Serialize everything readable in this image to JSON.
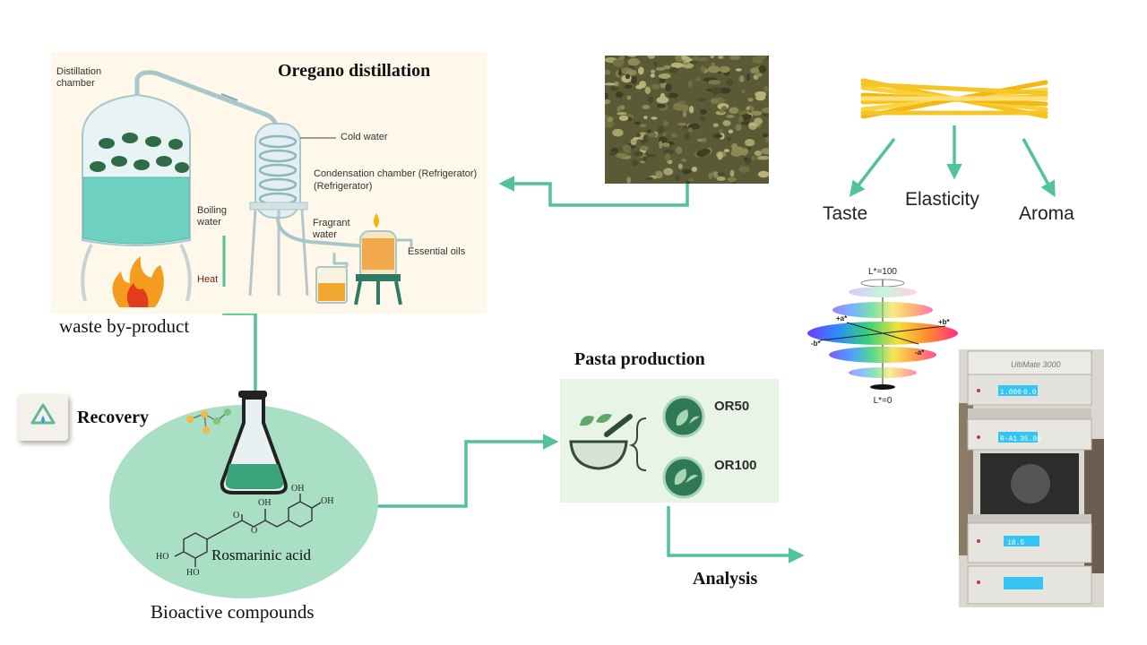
{
  "distillation": {
    "title": "Oregano distillation",
    "labels": {
      "chamber": "Distillation chamber",
      "cold_water": "Cold water",
      "condensation": "Condensation chamber  (Refrigerator)",
      "refrigerator": "(Refrigerator)",
      "boiling": "Boiling water",
      "heat": "Heat",
      "fragrant": "Fragrant water",
      "essential": "Essential oils"
    }
  },
  "waste_label": "waste by-product",
  "recovery_label": "Recovery",
  "bioactive_label": "Bioactive compounds",
  "compound": {
    "name": "Rosmarinic acid",
    "atoms": {
      "oh": "OH",
      "o": "O",
      "ho": "HO"
    }
  },
  "pasta": {
    "title": "Pasta production",
    "options": [
      "OR50",
      "OR100"
    ]
  },
  "analysis_label": "Analysis",
  "attributes": [
    "Taste",
    "Elasticity",
    "Aroma"
  ],
  "colorspace": {
    "top": "L*=100",
    "bottom": "L*=0",
    "axes": {
      "pos_a": "+a*",
      "neg_a": "-a*",
      "pos_b": "+b*",
      "neg_b": "-b*"
    }
  },
  "hplc": {
    "brand": "UltiMate 3000",
    "displays": [
      "1.000",
      "0.0",
      "R-A1",
      "35.00",
      "18.5",
      ""
    ]
  },
  "colors": {
    "arrow_green": "#52c29a",
    "flask_green": "#3aa37c",
    "ellipse_green": "#a9dfc5",
    "pasta_yellow": "#f7c21b",
    "lcd_blue": "#36c4f2"
  }
}
